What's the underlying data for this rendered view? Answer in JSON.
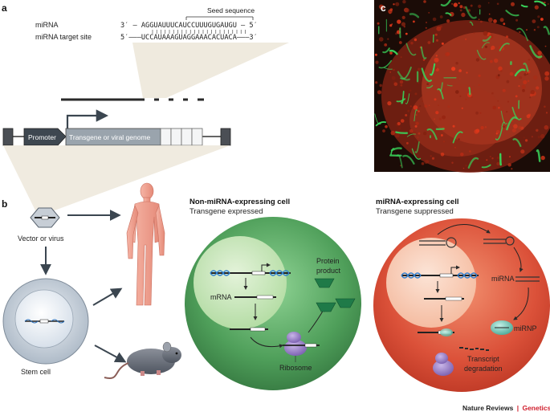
{
  "panels": {
    "a": "a",
    "b": "b",
    "c": "c"
  },
  "panel_a": {
    "seed_sequence": "Seed sequence",
    "mirna_label": "miRNA",
    "mirna_seq": "3′ – AGGUAUUUCAUCCUUUGUGAUGU – 5′",
    "target_label": "miRNA target site",
    "target_seq": "5′–––UCCAUAAAGUAGGAAACACUACA–––3′",
    "promoter": "Promoter",
    "transgene": "Transgene or viral genome"
  },
  "panel_b": {
    "vector": "Vector or virus",
    "stem_cell": "Stem cell",
    "green_title": "Non-miRNA-expressing cell",
    "green_subtitle": "Transgene expressed",
    "green_mrna": "mRNA",
    "protein_product_1": "Protein",
    "protein_product_2": "product",
    "ribosome": "Ribosome",
    "red_title": "miRNA-expressing cell",
    "red_subtitle": "Transgene suppressed",
    "red_mirna": "miRNA",
    "mirnp": "miRNP",
    "transcript_1": "Transcript",
    "transcript_2": "degradation"
  },
  "footer": {
    "journal": "Nature Reviews",
    "separator": "|",
    "section": "Genetics"
  },
  "colors": {
    "green_cell": "#4e9a58",
    "red_cell": "#d8503a",
    "genetics_red": "#d0202e"
  }
}
